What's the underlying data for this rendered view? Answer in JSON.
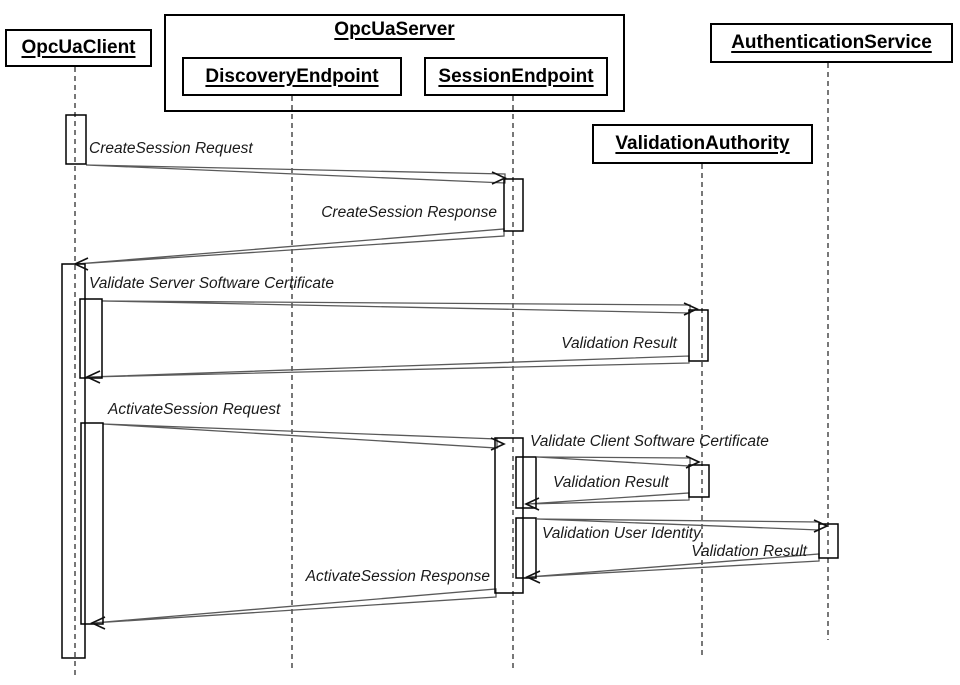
{
  "participants": {
    "opcua_client": {
      "label": "OpcUaClient"
    },
    "opcua_server": {
      "label": "OpcUaServer",
      "children": {
        "discovery_endpoint": {
          "label": "DiscoveryEndpoint"
        },
        "session_endpoint": {
          "label": "SessionEndpoint"
        }
      }
    },
    "authentication_service": {
      "label": "AuthenticationService"
    },
    "validation_authority": {
      "label": "ValidationAuthority"
    }
  },
  "messages": [
    {
      "label": "CreateSession Request",
      "from": "OpcUaClient",
      "to": "SessionEndpoint"
    },
    {
      "label": "CreateSession Response",
      "from": "SessionEndpoint",
      "to": "OpcUaClient"
    },
    {
      "label": "Validate Server Software Certificate",
      "from": "OpcUaClient",
      "to": "ValidationAuthority"
    },
    {
      "label": "Validation Result",
      "from": "ValidationAuthority",
      "to": "OpcUaClient"
    },
    {
      "label": "ActivateSession Request",
      "from": "OpcUaClient",
      "to": "SessionEndpoint"
    },
    {
      "label": "Validate Client Software Certificate",
      "from": "SessionEndpoint",
      "to": "ValidationAuthority"
    },
    {
      "label": "Validation Result",
      "from": "ValidationAuthority",
      "to": "SessionEndpoint"
    },
    {
      "label": "Validation User Identity",
      "from": "SessionEndpoint",
      "to": "AuthenticationService"
    },
    {
      "label": "Validation Result",
      "from": "AuthenticationService",
      "to": "SessionEndpoint"
    },
    {
      "label": "ActivateSession Response",
      "from": "SessionEndpoint",
      "to": "OpcUaClient"
    }
  ],
  "colors": {
    "box_border": "#000000",
    "text": "#000000",
    "message_line": "#595959",
    "lifeline": "#3f3f3f",
    "arrowhead": "#111111",
    "background": "#ffffff"
  }
}
